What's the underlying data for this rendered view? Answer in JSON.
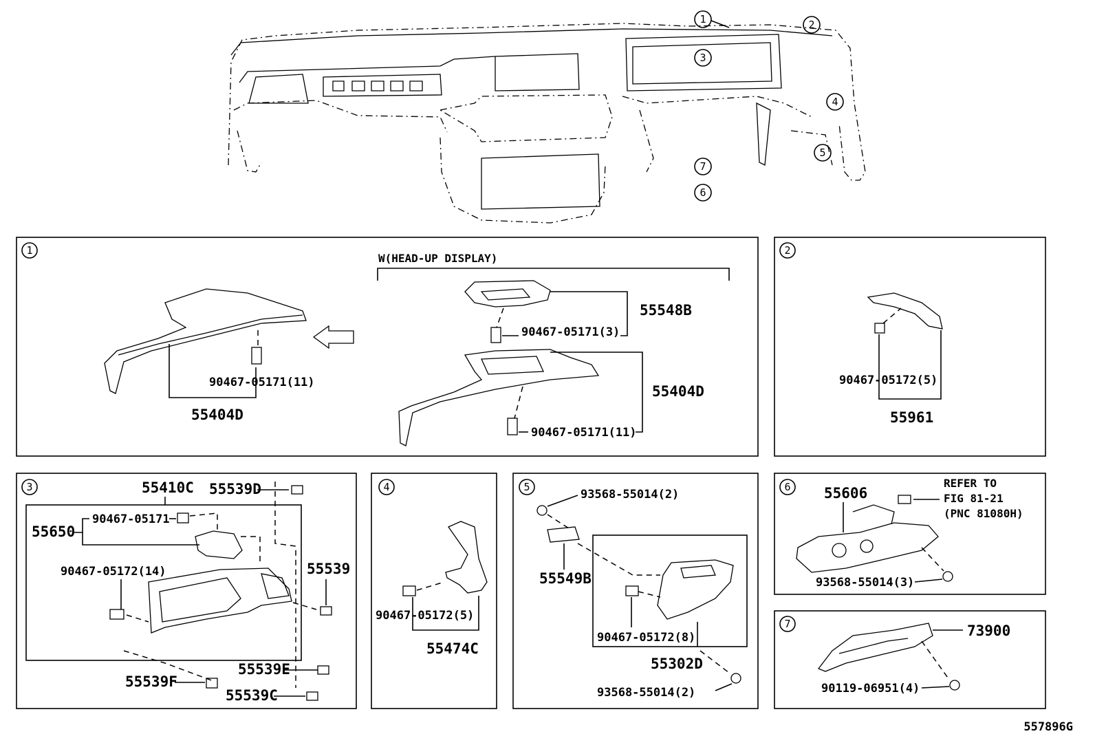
{
  "dashboard_callouts": [
    "1",
    "2",
    "3",
    "4",
    "5",
    "7",
    "6"
  ],
  "panels": {
    "p1": {
      "index": "1",
      "variant_note": "W(HEAD-UP DISPLAY)",
      "labels": {
        "left_clip": "90467-05171(11)",
        "left_part": "55404D",
        "hud_cover": "55548B",
        "hud_clip": "90467-05171(3)",
        "right_part": "55404D",
        "right_clip": "90467-05171(11)"
      }
    },
    "p2": {
      "index": "2",
      "labels": {
        "clip": "90467-05172(5)",
        "part": "55961"
      }
    },
    "p3": {
      "index": "3",
      "labels": {
        "panel": "55410C",
        "clip_a": "90467-05171",
        "vent": "55650",
        "clip_b": "90467-05172(14)",
        "plug_d": "55539D",
        "plug": "55539",
        "plug_e": "55539E",
        "plug_f": "55539F",
        "plug_c": "55539C"
      }
    },
    "p4": {
      "index": "4",
      "labels": {
        "clip": "90467-05172(5)",
        "part": "55474C"
      }
    },
    "p5": {
      "index": "5",
      "labels": {
        "screw_top": "93568-55014(2)",
        "bracket": "55549B",
        "clip": "90467-05172(8)",
        "part": "55302D",
        "screw_bottom": "93568-55014(2)"
      }
    },
    "p6": {
      "index": "6",
      "labels": {
        "part": "55606",
        "refer_1": "REFER TO",
        "refer_2": "FIG 81-21",
        "refer_3": "(PNC 81080H)",
        "screw": "93568-55014(3)"
      }
    },
    "p7": {
      "index": "7",
      "labels": {
        "part": "73900",
        "bolt": "90119-06951(4)"
      }
    }
  },
  "figure_id": "557896G"
}
